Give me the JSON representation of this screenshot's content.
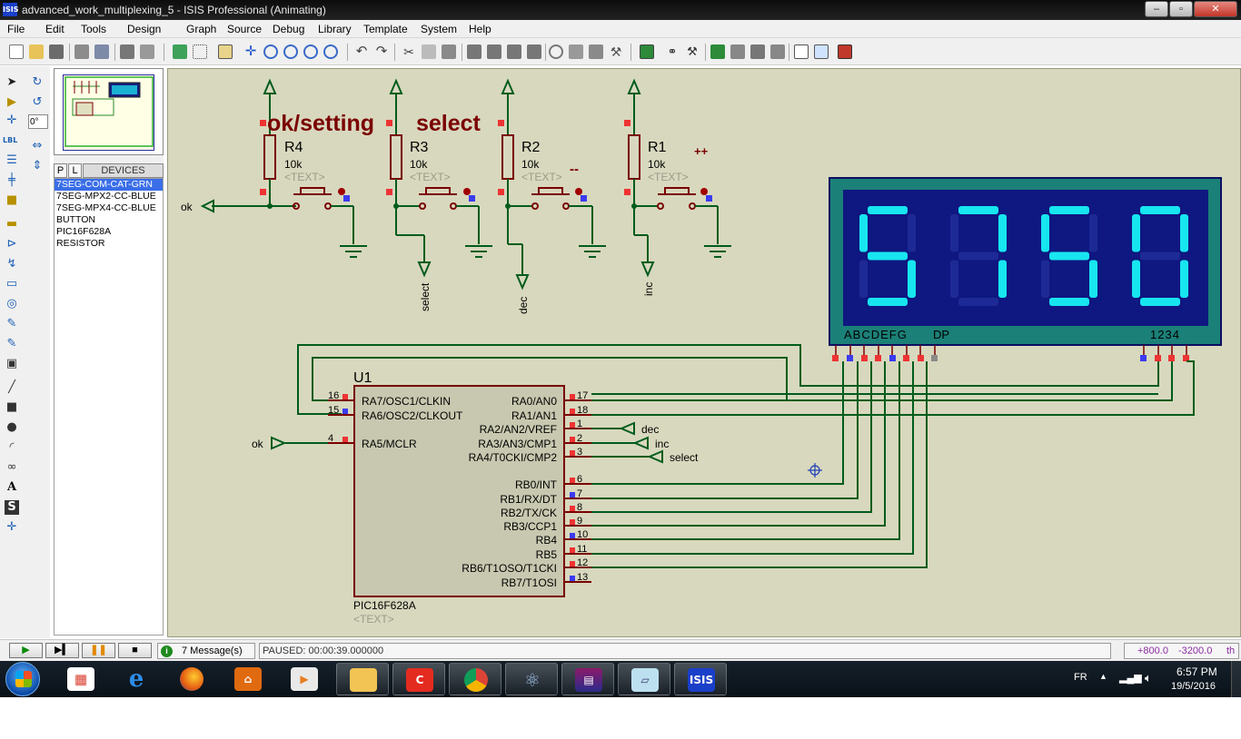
{
  "window": {
    "title": "advanced_work_multiplexing_5 - ISIS Professional (Animating)",
    "app_icon": "ISIS"
  },
  "menu": [
    "File",
    "Edit",
    "Tools",
    "Design",
    "Graph",
    "Source",
    "Debug",
    "Library",
    "Template",
    "System",
    "Help"
  ],
  "device_panel": {
    "tab_p": "P",
    "tab_l": "L",
    "header": "DEVICES",
    "items": [
      "7SEG-COM-CAT-GRN",
      "7SEG-MPX2-CC-BLUE",
      "7SEG-MPX4-CC-BLUE",
      "BUTTON",
      "PIC16F628A",
      "RESISTOR"
    ],
    "selected_index": 0
  },
  "rotation_field": "0°",
  "schematic": {
    "labels": {
      "ok_setting": "ok/setting",
      "select": "select",
      "dec_mark": "--",
      "inc_mark": "++"
    },
    "resistors": [
      {
        "ref": "R4",
        "value": "10k",
        "text": "<TEXT>"
      },
      {
        "ref": "R3",
        "value": "10k",
        "text": "<TEXT>"
      },
      {
        "ref": "R2",
        "value": "10k",
        "text": "<TEXT>"
      },
      {
        "ref": "R1",
        "value": "10k",
        "text": "<TEXT>"
      }
    ],
    "net_labels": {
      "ok": "ok",
      "select": "select",
      "dec": "dec",
      "inc": "inc"
    },
    "display": {
      "digits": "5750",
      "segment_pins": "ABCDEFG",
      "dp": "DP",
      "common_pins": "1234"
    },
    "mcu": {
      "ref": "U1",
      "part": "PIC16F628A",
      "text": "<TEXT>",
      "left_pins": [
        {
          "num": "16",
          "name": "RA7/OSC1/CLKIN"
        },
        {
          "num": "15",
          "name": "RA6/OSC2/CLKOUT"
        },
        {
          "num": "4",
          "name": "RA5/MCLR"
        }
      ],
      "right_pins": [
        {
          "num": "17",
          "name": "RA0/AN0"
        },
        {
          "num": "18",
          "name": "RA1/AN1"
        },
        {
          "num": "1",
          "name": "RA2/AN2/VREF"
        },
        {
          "num": "2",
          "name": "RA3/AN3/CMP1"
        },
        {
          "num": "3",
          "name": "RA4/T0CKI/CMP2"
        },
        {
          "num": "6",
          "name": "RB0/INT"
        },
        {
          "num": "7",
          "name": "RB1/RX/DT"
        },
        {
          "num": "8",
          "name": "RB2/TX/CK"
        },
        {
          "num": "9",
          "name": "RB3/CCP1"
        },
        {
          "num": "10",
          "name": "RB4"
        },
        {
          "num": "11",
          "name": "RB5"
        },
        {
          "num": "12",
          "name": "RB6/T1OSO/T1CKI"
        },
        {
          "num": "13",
          "name": "RB7/T1OSI"
        }
      ]
    }
  },
  "status": {
    "messages": "7 Message(s)",
    "sim_state": "PAUSED: 00:00:39.000000",
    "coord_x": "+800.0",
    "coord_y": "-3200.0",
    "unit": "th"
  },
  "taskbar": {
    "lang": "FR",
    "time": "6:57 PM",
    "date": "19/5/2016"
  },
  "colors": {
    "canvas": "#d8d8be",
    "wire": "#005c1c",
    "part_outline": "#7a0000",
    "display_bg": "#0f1780",
    "segment_on": "#17e6f0"
  }
}
